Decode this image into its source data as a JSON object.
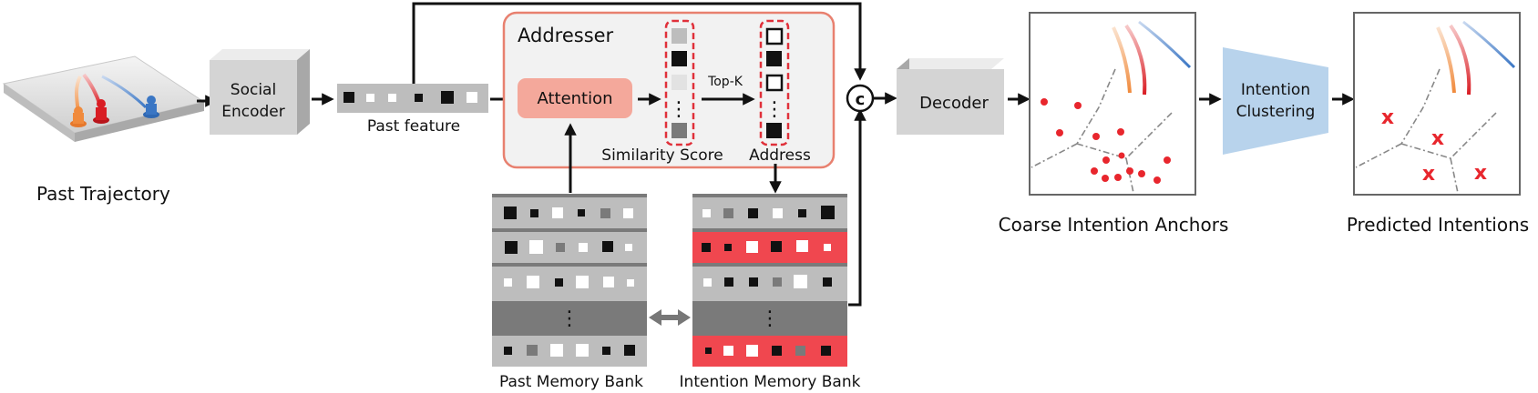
{
  "labels": {
    "past_trajectory": "Past Trajectory",
    "social_encoder_line1": "Social",
    "social_encoder_line2": "Encoder",
    "past_feature": "Past feature",
    "addresser": "Addresser",
    "attention": "Attention",
    "similarity_score": "Similarity Score",
    "top_k": "Top-K",
    "address": "Address",
    "concat_symbol": "c",
    "decoder": "Decoder",
    "coarse_intention_anchors": "Coarse Intention Anchors",
    "intention_clustering_line1": "Intention",
    "intention_clustering_line2": "Clustering",
    "predicted_intentions": "Predicted Intentions",
    "past_memory_bank": "Past Memory Bank",
    "intention_memory_bank": "Intention Memory Bank",
    "ellipsis": "⋮",
    "x_mark": "x"
  },
  "colors": {
    "arrow": "#111111",
    "encoder_box": "#d4d4d4",
    "addresser_fill": "#f2f2f2",
    "addresser_border": "#e8806f",
    "attention_fill": "#f4a89b",
    "dashed_red": "#e0303a",
    "memory_gray": "#bdbdbd",
    "memory_dark": "#7a7a7a",
    "memory_red": "#f0474f",
    "clustering_fill": "#b8d3ec",
    "anchor_red": "#e8262d",
    "double_arrow": "#777777"
  },
  "icons": [
    "pedestrian-figure-icon"
  ]
}
